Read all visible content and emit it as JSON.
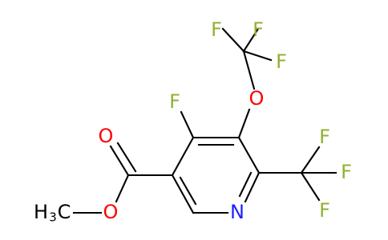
{
  "molecule": {
    "colors": {
      "bond": "#000000",
      "F": "#90B030",
      "O": "#FF0000",
      "N": "#2020FF",
      "C": "#000000"
    },
    "labels": {
      "f_ocf3_top_left": "F",
      "f_ocf3_top_right": "F",
      "f_ocf3_right": "F",
      "o_ether": "O",
      "f_ring": "F",
      "o_carbonyl": "O",
      "o_ester": "O",
      "ch3_main": "H",
      "ch3_sub": "3",
      "ch3_tail": "C",
      "n_ring": "N",
      "f_cf3_top": "F",
      "f_cf3_right": "F",
      "f_cf3_bottom": "F"
    }
  }
}
